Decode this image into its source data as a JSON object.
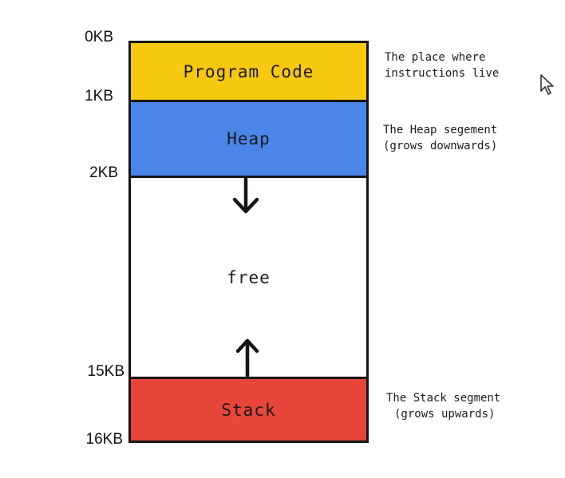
{
  "addresses": {
    "a0": "0KB",
    "a1": "1KB",
    "a2": "2KB",
    "a15": "15KB",
    "a16": "16KB"
  },
  "segments": {
    "code": "Program Code",
    "heap": "Heap",
    "free": "free",
    "stack": "Stack"
  },
  "notes": {
    "code_line1": "The place where",
    "code_line2": "instructions live",
    "heap_line1": "The Heap segement",
    "heap_line2": "(grows downwards)",
    "stack_line1": "The Stack segment",
    "stack_line2": "(grows upwards)"
  },
  "colors": {
    "code": "#f6c80f",
    "heap": "#4a86e8",
    "stack": "#e8463a",
    "border": "#151515"
  },
  "icons": {
    "heap_growth": "arrow-down-icon",
    "stack_growth": "arrow-up-icon",
    "pointer": "mouse-cursor-icon"
  }
}
